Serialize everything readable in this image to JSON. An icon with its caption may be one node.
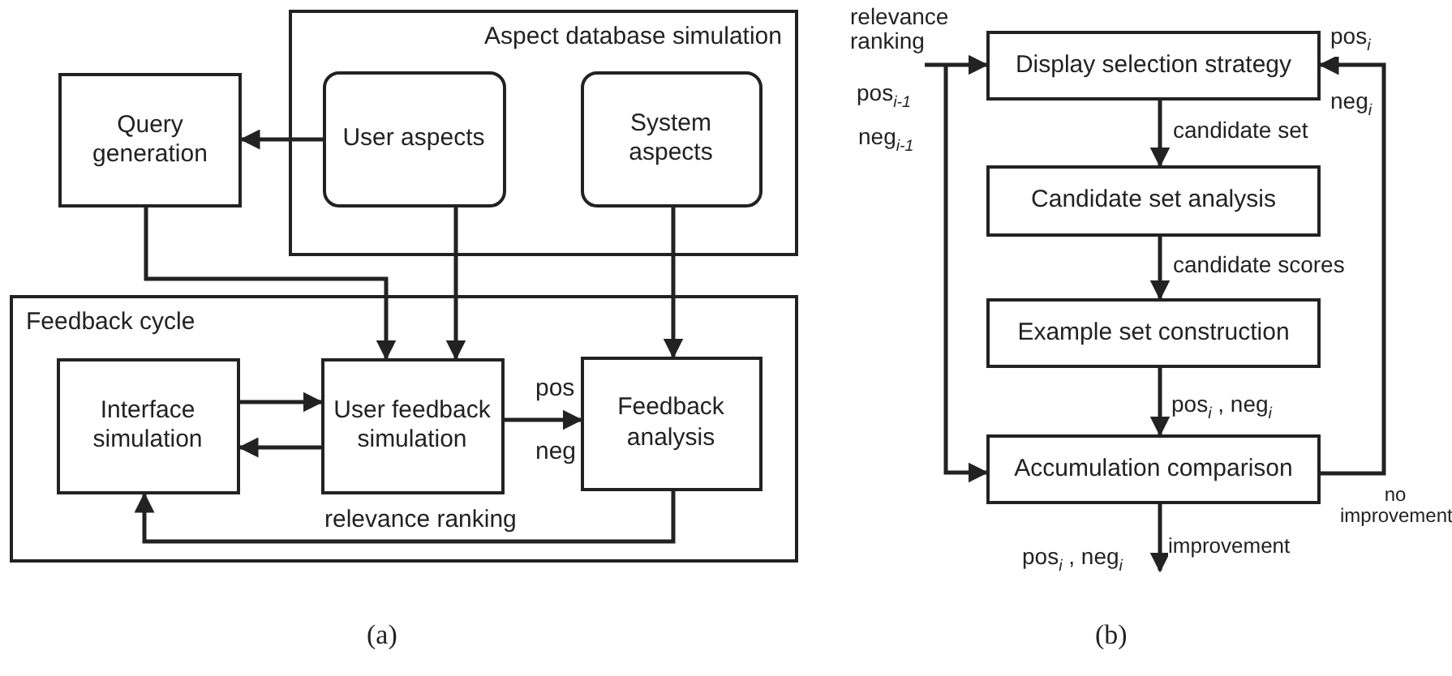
{
  "diagram": {
    "nodes": [
      {
        "text": [
          "Aspect database simulation"
        ]
      },
      {
        "text": [
          "User aspects"
        ],
        "in": 0
      },
      {
        "text": [
          "System aspects"
        ],
        "in": 0
      },
      {
        "text": [
          "Query generation"
        ]
      },
      {
        "text": [
          "Feedback cycle"
        ]
      },
      {
        "text": [
          "Interface simulation"
        ],
        "in": 4
      },
      {
        "text": [
          "User feedback simulation"
        ],
        "in": 4
      },
      {
        "text": [
          "Feedback analysis"
        ],
        "in": 4
      },
      {
        "text": [
          "Display selection strategy"
        ]
      },
      {
        "text": [
          "Candidate set analysis"
        ]
      },
      {
        "text": [
          "Example set construction"
        ]
      },
      {
        "text": [
          "Accumulation comparison"
        ]
      },
      {
        "text": [
          "relevance ranking"
        ]
      }
    ],
    "edges": [
      {
        "from": 1,
        "to": 3,
        "arrow": "to"
      },
      {
        "from": 3,
        "to": 6,
        "arrow": "to"
      },
      {
        "from": 1,
        "to": 6,
        "arrow": "to"
      },
      {
        "from": 2,
        "to": 7,
        "arrow": "to"
      },
      {
        "from": 5,
        "to": 6,
        "arrow": "to"
      },
      {
        "from": 6,
        "to": 5,
        "arrow": "to"
      },
      {
        "from": 6,
        "to": 7,
        "arrow": "to"
      },
      {
        "from": 7,
        "to": 5,
        "label": "relevance ranking",
        "arrow": "to"
      },
      {
        "from": 12,
        "to": 8,
        "arrow": "to"
      },
      {
        "from": 12,
        "to": 11,
        "arrow": "to"
      },
      {
        "from": 8,
        "to": 9,
        "label": "candidate set",
        "arrow": "to"
      },
      {
        "from": 9,
        "to": 10,
        "label": "candidate scores",
        "arrow": "to"
      },
      {
        "from": 10,
        "to": 11,
        "label": "pos$_{i}$ , neg$_{i}$",
        "arrow": "to"
      },
      {
        "from": 11,
        "to": 8,
        "label": "no improvement",
        "arrow": "to"
      },
      {
        "from": 11,
        "to": null,
        "label": "improvement",
        "arrow": "to"
      }
    ],
    "labels": [
      "pos",
      "neg",
      "pos$_{i-1}$",
      "neg$_{i-1}$",
      "pos$_{i}$",
      "neg$_{i}$",
      "pos$_{i}$ , neg$_{i}$",
      "(a)",
      "(b)"
    ]
  }
}
